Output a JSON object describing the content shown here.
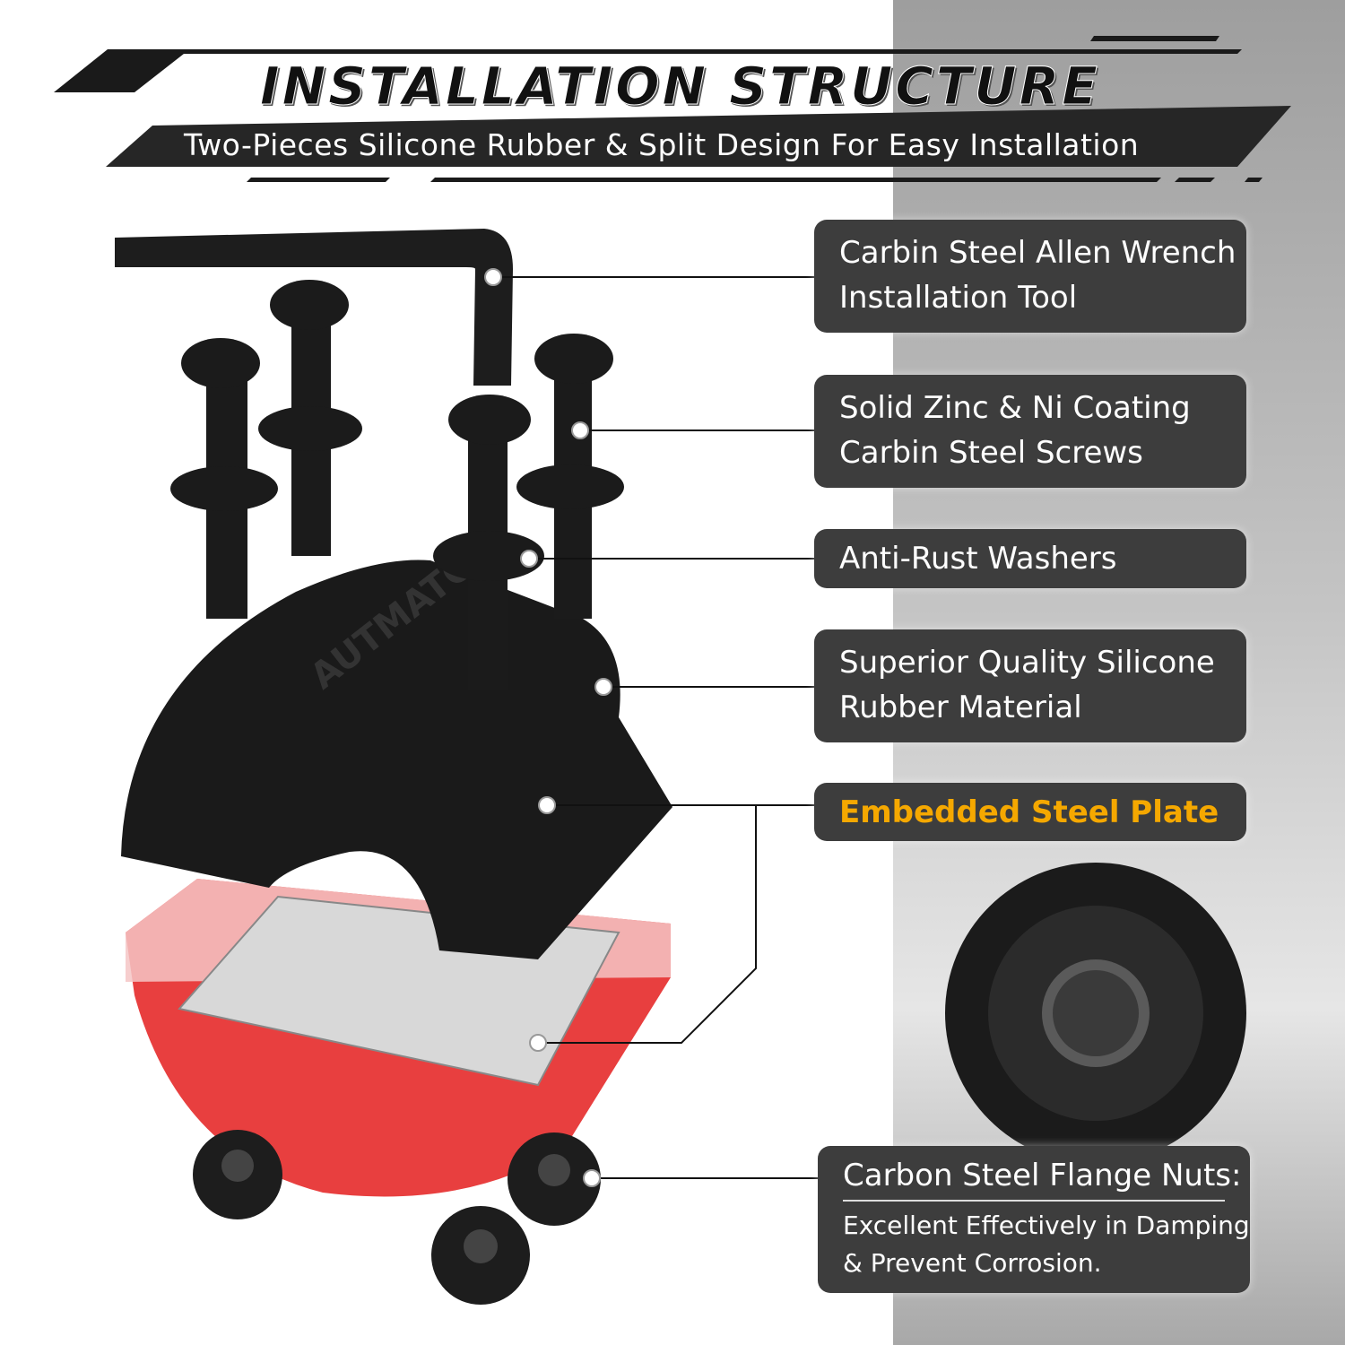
{
  "header": {
    "title": "INSTALLATION STRUCTURE",
    "subtitle": "Two-Pieces Silicone Rubber & Split Design For Easy Installation"
  },
  "callouts": [
    {
      "lines": [
        "Carbin Steel Allen Wrench",
        "Installation Tool"
      ]
    },
    {
      "lines": [
        "Solid Zinc & Ni Coating",
        "Carbin Steel Screws"
      ]
    },
    {
      "lines": [
        "Anti-Rust Washers"
      ]
    },
    {
      "lines": [
        "Superior Quality Silicone",
        "Rubber Material"
      ]
    },
    {
      "lines": [
        "Embedded Steel Plate"
      ]
    },
    {
      "title": "Carbon Steel Flange Nuts:",
      "lines": [
        "Excellent Effectively in Damping",
        "& Prevent Corrosion."
      ]
    }
  ],
  "logo_text": "AUTMATC",
  "colors": {
    "highlight": "#f5a800",
    "box": "#3d3d3d",
    "red": "#e52a2a"
  }
}
